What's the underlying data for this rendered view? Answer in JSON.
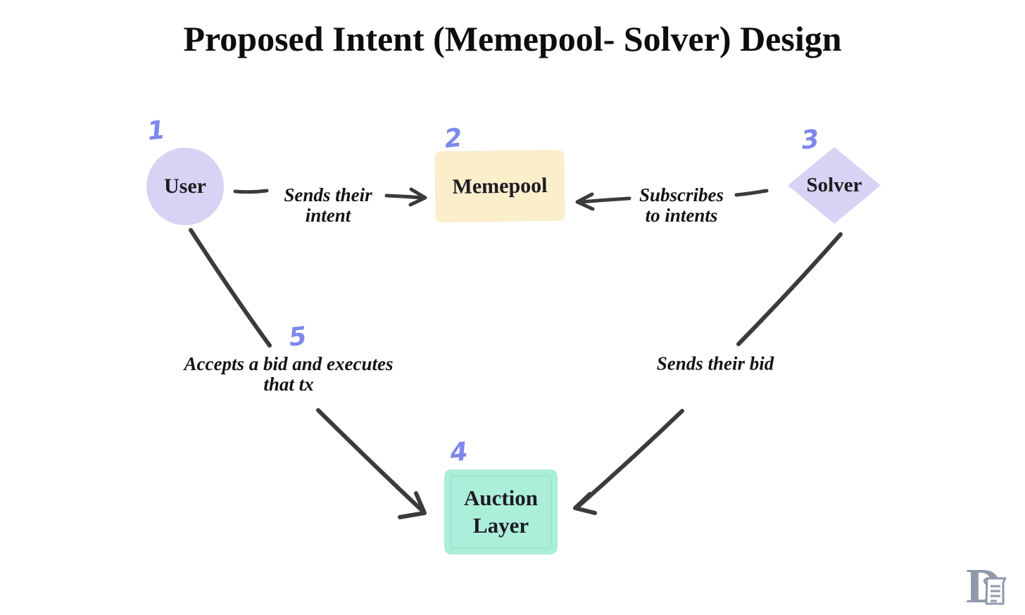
{
  "title": "Proposed Intent (Memepool- Solver) Design",
  "colors": {
    "lavender": "#d9d2f4",
    "cream": "#faeecb",
    "mint": "#abeeda",
    "mint_inner": "#8fe3cb",
    "accent": "#7d87ee",
    "ink": "#1d1c20",
    "arrow": "#3b3b3e",
    "logo": "#8e99ab"
  },
  "diagram": {
    "steps": {
      "user": "1",
      "memepool": "2",
      "solver": "3",
      "auction_layer": "4",
      "accepts": "5"
    },
    "nodes": {
      "user": {
        "label": "User",
        "shape": "circle"
      },
      "memepool": {
        "label": "Memepool",
        "shape": "rectangle"
      },
      "solver": {
        "label": "Solver",
        "shape": "diamond"
      },
      "auction_layer": {
        "label_line1": "Auction",
        "label_line2": "Layer",
        "shape": "rectangle"
      }
    },
    "edges": {
      "sends_intent": {
        "from": "user",
        "to": "memepool",
        "label_line1": "Sends their",
        "label_line2": "intent"
      },
      "subscribes": {
        "from": "solver",
        "to": "memepool",
        "label_line1": "Subscribes",
        "label_line2": "to intents"
      },
      "sends_bid": {
        "from": "solver",
        "to": "auction_layer",
        "label": "Sends their bid"
      },
      "accepts_bid": {
        "from": "user",
        "to": "auction_layer",
        "label_line1": "Accepts a bid and executes",
        "label_line2": "that tx"
      }
    }
  }
}
